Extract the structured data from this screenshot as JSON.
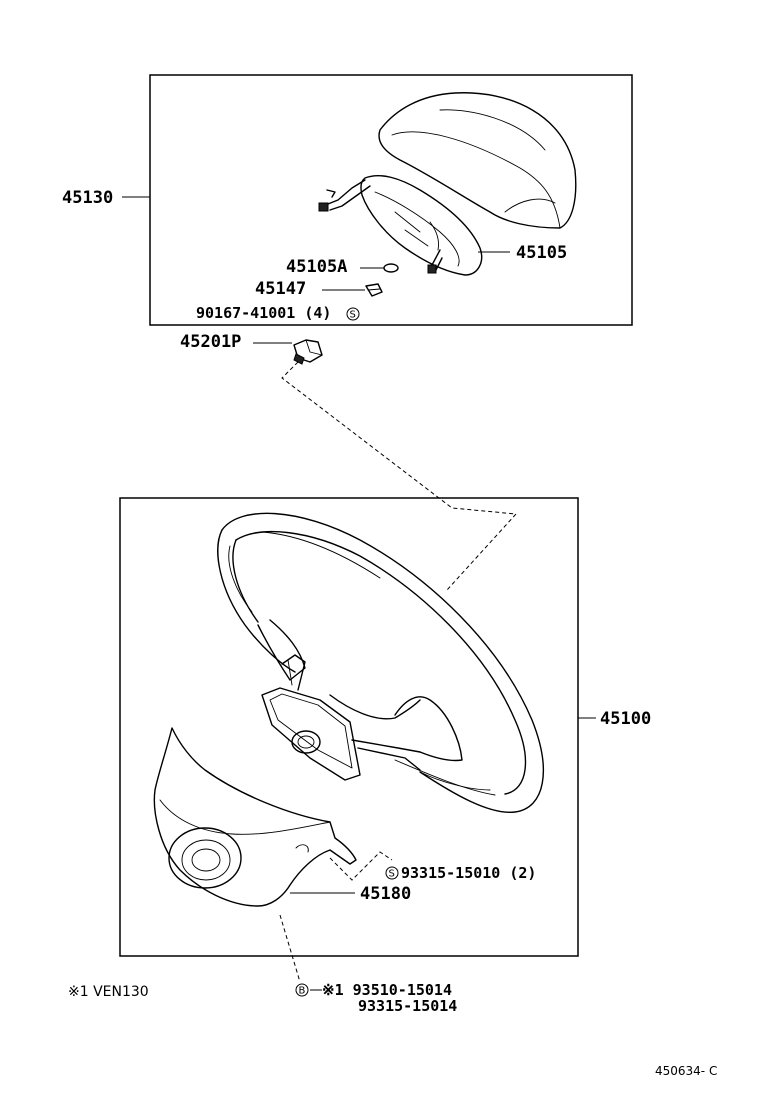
{
  "labels": {
    "horn_pad_assembly": "45130",
    "horn_pad": "45105",
    "horn_pad_sub": "45105A",
    "contact_plate": "45147",
    "screw": "90167-41001 (4)",
    "clip": "45201P",
    "steering_wheel": "45100",
    "cover_screw": "93315-15010 (2)",
    "cover": "45180",
    "bolt_a": "※1 93510-15014",
    "bolt_b": "93315-15014",
    "note": "※1  VEN130",
    "figure_code": "450634- C"
  },
  "symbols": {
    "s": "S",
    "b": "B"
  }
}
